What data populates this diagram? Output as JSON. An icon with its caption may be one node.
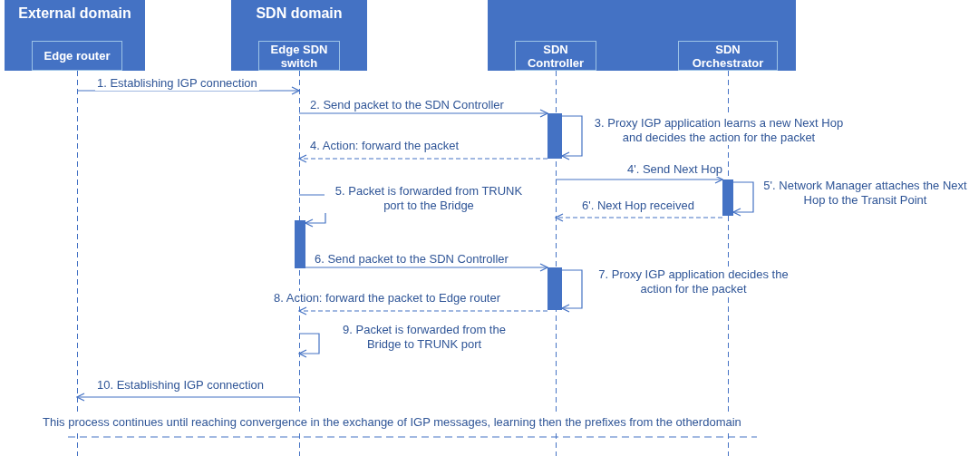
{
  "diagram": {
    "nodes": [
      {
        "text": [
          "External domain"
        ]
      },
      {
        "text": [
          "Edge router"
        ],
        "in": 0
      },
      {
        "text": [
          "SDN domain"
        ]
      },
      {
        "text": [
          "Edge SDN switch"
        ],
        "in": 2
      },
      {
        "text": [],
        "shape": "box"
      },
      {
        "text": [
          "SDN Controller"
        ],
        "in": 4
      },
      {
        "text": [
          "SDN Orchestrator"
        ],
        "in": 4
      }
    ],
    "edges": [
      {
        "from": 1,
        "to": 3,
        "arrow": "to",
        "label": "1. Establishing IGP connection"
      },
      {
        "from": 3,
        "to": 5,
        "arrow": "to",
        "label": "2. Send packet to the SDN Controller"
      },
      {
        "from": 5,
        "to": 5,
        "arrow": "to",
        "label": "3. Proxy IGP application learns a new Next Hop and decides the action for the packet"
      },
      {
        "from": 5,
        "to": 3,
        "arrow": "to",
        "style": "dashed",
        "label": "4. Action: forward the packet"
      },
      {
        "from": 5,
        "to": 6,
        "arrow": "to",
        "label": "4'. Send Next Hop"
      },
      {
        "from": 6,
        "to": 6,
        "arrow": "to",
        "label": "5'. Network Manager attaches the Next Hop to the Transit Point"
      },
      {
        "from": 6,
        "to": 5,
        "arrow": "to",
        "style": "dashed",
        "label": "6'. Next Hop received"
      },
      {
        "from": 3,
        "to": 3,
        "arrow": "to",
        "label": "5. Packet is forwarded from TRUNK port to the Bridge"
      },
      {
        "from": 3,
        "to": 5,
        "arrow": "to",
        "label": "6. Send packet to the SDN Controller"
      },
      {
        "from": 5,
        "to": 5,
        "arrow": "to",
        "label": "7. Proxy IGP application decides the action for the packet"
      },
      {
        "from": 5,
        "to": 3,
        "arrow": "to",
        "style": "dashed",
        "label": "8. Action: forward the packet to Edge router"
      },
      {
        "from": 3,
        "to": 3,
        "arrow": "to",
        "label": "9. Packet is forwarded from the Bridge to TRUNK port"
      },
      {
        "from": 3,
        "to": 1,
        "arrow": "to",
        "label": "10. Establishing IGP connection"
      }
    ],
    "labels": [
      "This process continues until reaching convergence in the exchange of IGP messages, learning then the prefixes from the otherdomain"
    ]
  }
}
